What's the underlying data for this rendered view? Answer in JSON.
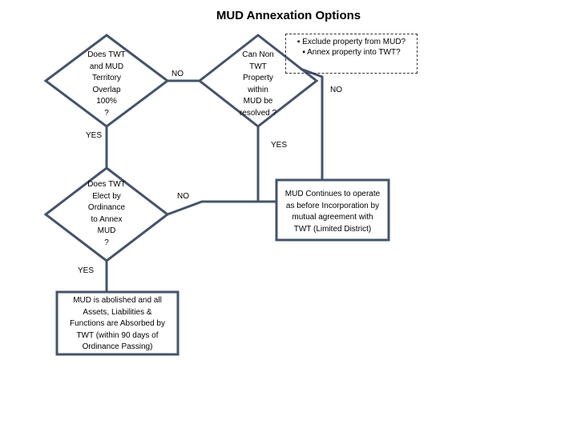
{
  "title": "MUD Annexation Options",
  "nodes": {
    "overlap": "Does TWT\nand MUD\nTerritory\nOverlap\n100%\n?",
    "elect": "Does TWT\nElect by\nOrdinance\nto Annex\nMUD\n?",
    "resolve": "Can Non\nTWT\nProperty\nwithin\nMUD be\nresolved ?",
    "abolished": "MUD is abolished and all\nAssets, Liabilities &\nFunctions are Absorbed by\nTWT (within 90 days of\nOrdinance Passing)",
    "continues": "MUD Continues to operate\nas before Incorporation by\nmutual agreement with\nTWT  (Limited District)"
  },
  "options": [
    "Exclude property from MUD?",
    "Annex property into TWT?"
  ],
  "labels": {
    "no1": "NO",
    "no2": "NO",
    "no3": "NO",
    "yes1": "YES",
    "yes2": "YES",
    "yes3": "YES"
  },
  "colors": {
    "stroke": "#44546a",
    "node_fill": "#ffffff",
    "text": "#000000"
  }
}
